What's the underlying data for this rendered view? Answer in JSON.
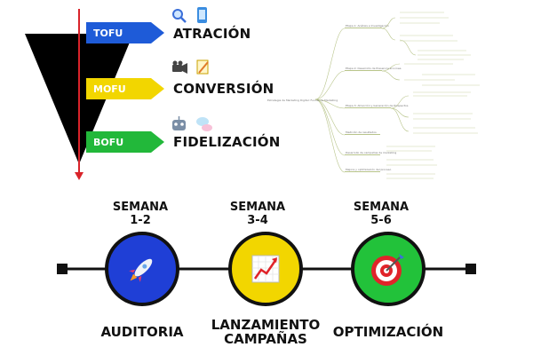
{
  "funnel": {
    "stages": [
      {
        "tag": "TOFU",
        "label": "ATRACIÓN",
        "color": "#1e5bd8",
        "icons": [
          "magnifier-icon",
          "phone-icon"
        ]
      },
      {
        "tag": "MOFU",
        "label": "CONVERSIÓN",
        "color": "#f2d600",
        "icons": [
          "video-camera-icon",
          "memo-icon"
        ]
      },
      {
        "tag": "BOFU",
        "label": "FIDELIZACIÓN",
        "color": "#22b83a",
        "icons": [
          "robot-icon",
          "chat-bubbles-icon"
        ]
      }
    ],
    "funnel_color": "#000000",
    "arrow_color": "#d9232a"
  },
  "mindmap": {
    "root": "Estrategia de Marketing Digital: Funnel de Marketing",
    "branches": [
      "Etapa 1: Análisis e Investigación",
      "Etapa 2: Desarrollo de Presencia en Línea",
      "Etapa 3: Atracción y Generación de Prospectos",
      "Medición de resultados",
      "Desarrollo de campañas de marketing",
      "Mejora y optimización del proceso"
    ]
  },
  "timeline": {
    "line_color": "#111111",
    "phases": [
      {
        "week": [
          "SEMANA",
          "1-2"
        ],
        "label": [
          "AUDITORIA"
        ],
        "circle_color": "#1f3fd6",
        "icon": "rocket-icon"
      },
      {
        "week": [
          "SEMANA",
          "3-4"
        ],
        "label": [
          "LANZAMIENTO",
          "CAMPAÑAS"
        ],
        "circle_color": "#f2d600",
        "icon": "trending-chart-icon"
      },
      {
        "week": [
          "SEMANA",
          "5-6"
        ],
        "label": [
          "OPTIMIZACIÓN"
        ],
        "circle_color": "#22c23a",
        "icon": "target-icon"
      }
    ]
  }
}
